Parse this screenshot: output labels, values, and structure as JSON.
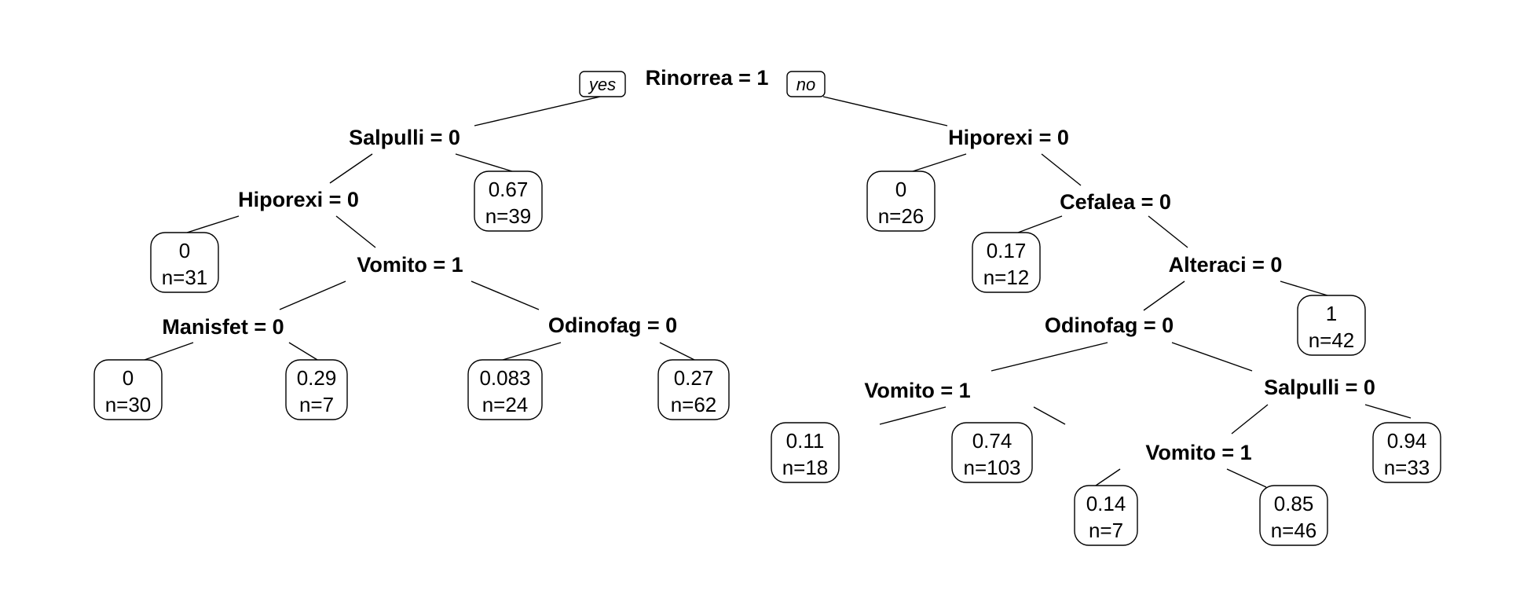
{
  "branch_labels": {
    "left": "yes",
    "right": "no"
  },
  "splits": [
    {
      "id": "n1",
      "label": "Rinorrea = 1"
    },
    {
      "id": "n2",
      "label": "Salpulli = 0"
    },
    {
      "id": "n3",
      "label": "Hiporexi = 0"
    },
    {
      "id": "n4",
      "label": "Vomito = 1"
    },
    {
      "id": "n5",
      "label": "Manisfet = 0"
    },
    {
      "id": "n6",
      "label": "Odinofag = 0"
    },
    {
      "id": "n7",
      "label": "Hiporexi = 0"
    },
    {
      "id": "n8",
      "label": "Cefalea = 0"
    },
    {
      "id": "n9",
      "label": "Alteraci = 0"
    },
    {
      "id": "n10",
      "label": "Odinofag = 0"
    },
    {
      "id": "n11",
      "label": "Vomito = 1"
    },
    {
      "id": "n12",
      "label": "Salpulli = 0"
    },
    {
      "id": "n13",
      "label": "Vomito = 1"
    }
  ],
  "leaves": [
    {
      "id": "l1",
      "value": "0.67",
      "n": "n=39"
    },
    {
      "id": "l2",
      "value": "0",
      "n": "n=31"
    },
    {
      "id": "l3",
      "value": "0",
      "n": "n=30"
    },
    {
      "id": "l4",
      "value": "0.29",
      "n": "n=7"
    },
    {
      "id": "l5",
      "value": "0.083",
      "n": "n=24"
    },
    {
      "id": "l6",
      "value": "0.27",
      "n": "n=62"
    },
    {
      "id": "l7",
      "value": "0",
      "n": "n=26"
    },
    {
      "id": "l8",
      "value": "0.17",
      "n": "n=12"
    },
    {
      "id": "l9",
      "value": "1",
      "n": "n=42"
    },
    {
      "id": "l10",
      "value": "0.11",
      "n": "n=18"
    },
    {
      "id": "l11",
      "value": "0.74",
      "n": "n=103"
    },
    {
      "id": "l12",
      "value": "0.94",
      "n": "n=33"
    },
    {
      "id": "l13",
      "value": "0.14",
      "n": "n=7"
    },
    {
      "id": "l14",
      "value": "0.85",
      "n": "n=46"
    }
  ]
}
